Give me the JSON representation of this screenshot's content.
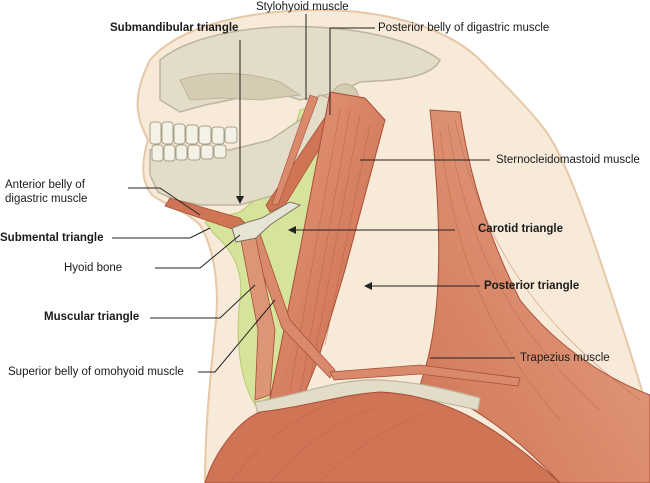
{
  "figure": {
    "labels": {
      "submandibular_triangle": "Submandibular triangle",
      "stylohyoid_muscle": "Stylohyoid muscle",
      "posterior_belly_digastric": "Posterior belly of digastric muscle",
      "sternocleidomastoid": "Sternocleidomastoid muscle",
      "anterior_belly_line1": "Anterior belly of",
      "anterior_belly_line2": "digastric muscle",
      "carotid_triangle": "Carotid triangle",
      "submental_triangle": "Submental triangle",
      "hyoid_bone": "Hyoid bone",
      "posterior_triangle": "Posterior triangle",
      "muscular_triangle": "Muscular triangle",
      "superior_belly_omohyoid": "Superior belly of omohyoid muscle",
      "trapezius": "Trapezius muscle"
    },
    "colors": {
      "skin_outline": "#e7c8a6",
      "skin_fill": "#f8ead8",
      "bone": "#e2dcc8",
      "bone_shadow": "#bdb59c",
      "triangle_fill": "#d6e39a",
      "muscle": "#d98a6c",
      "muscle_dark": "#b9593f",
      "leader": "#222222"
    }
  }
}
